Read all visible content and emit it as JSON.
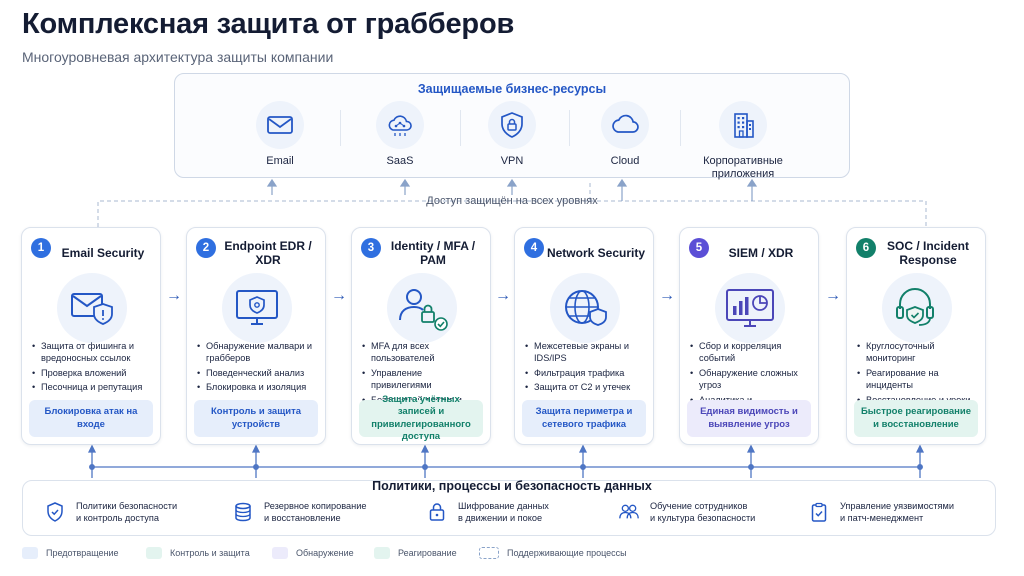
{
  "title": "Комплексная защита от грабберов",
  "subtitle": "Многоуровневая архитектура защиты компании",
  "assets": {
    "title": "Защищаемые бизнес-ресурсы",
    "items": [
      {
        "label": "Email",
        "icon": "mail-icon"
      },
      {
        "label": "SaaS",
        "icon": "cloud-network-icon"
      },
      {
        "label": "VPN",
        "icon": "shield-lock-icon"
      },
      {
        "label": "Cloud",
        "icon": "cloud-icon"
      },
      {
        "label": "Корпоративные\nприложения",
        "icon": "building-icon"
      }
    ]
  },
  "access_label": "Доступ защищён на всех уровнях",
  "layers": [
    {
      "num": "1",
      "title": "Email Security",
      "color": "#2f6fe0",
      "icon": "mail-shield-icon",
      "bullets": [
        "Защита от фишинга и вредоносных ссылок",
        "Проверка вложений",
        "Песочница и репутация"
      ],
      "footer": "Блокировка атак на входе",
      "footer_style": "blue"
    },
    {
      "num": "2",
      "title": "Endpoint EDR / XDR",
      "color": "#2f6fe0",
      "icon": "monitor-shield-icon",
      "bullets": [
        "Обнаружение малвари и грабберов",
        "Поведенческий анализ",
        "Блокировка и изоляция"
      ],
      "footer": "Контроль и защита устройств",
      "footer_style": "blue"
    },
    {
      "num": "3",
      "title": "Identity / MFA / PAM",
      "color": "#2f6fe0",
      "icon": "user-lock-icon",
      "bullets": [
        "MFA для всех пользователей",
        "Управление привилегиями",
        "Безопасный доступ и минимум прав"
      ],
      "footer": "Защита учётных записей и привилегированного доступа",
      "footer_style": "green"
    },
    {
      "num": "4",
      "title": "Network Security",
      "color": "#2f6fe0",
      "icon": "globe-shield-icon",
      "bullets": [
        "Межсетевые экраны и IDS/IPS",
        "Фильтрация трафика",
        "Защита от C2 и утечек"
      ],
      "footer": "Защита периметра и сетевого трафика",
      "footer_style": "blue"
    },
    {
      "num": "5",
      "title": "SIEM / XDR",
      "color": "#5b4fd6",
      "icon": "dashboard-icon",
      "bullets": [
        "Сбор и корреляция событий",
        "Обнаружение сложных угроз",
        "Аналитика и расследование"
      ],
      "footer": "Единая видимость и выявление угроз",
      "footer_style": "purple"
    },
    {
      "num": "6",
      "title": "SOC / Incident Response",
      "color": "#12806a",
      "icon": "headset-shield-icon",
      "bullets": [
        "Круглосуточный мониторинг",
        "Реагирование на инциденты",
        "Восстановление и уроки безопасности"
      ],
      "footer": "Быстрое реагирование и восстановление",
      "footer_style": "green"
    }
  ],
  "policies": {
    "title": "Политики, процессы и безопасность данных",
    "items": [
      {
        "label": "Политики безопасности\nи контроль доступа",
        "icon": "shield-check-icon"
      },
      {
        "label": "Резервное копирование\nи восстановление",
        "icon": "database-icon"
      },
      {
        "label": "Шифрование данных\nв движении и покое",
        "icon": "lock-icon"
      },
      {
        "label": "Обучение сотрудников\nи культура безопасности",
        "icon": "users-icon"
      },
      {
        "label": "Управление уязвимостями\nи патч-менеджмент",
        "icon": "clipboard-check-icon"
      }
    ]
  },
  "legend": [
    {
      "label": "Предотвращение",
      "color": "#e6eefb",
      "dashed": false
    },
    {
      "label": "Контроль и защита",
      "color": "#e3f4ef",
      "dashed": false
    },
    {
      "label": "Обнаружение",
      "color": "#ecebfb",
      "dashed": false
    },
    {
      "label": "Реагирование",
      "color": "#e3f4ef",
      "dashed": false
    },
    {
      "label": "Поддерживающие процессы",
      "color": "#ffffff",
      "dashed": true
    }
  ],
  "colors": {
    "accent": "#2457c5",
    "green": "#12806a",
    "purple": "#5b4fd6",
    "connector": "#8aa3c9"
  }
}
